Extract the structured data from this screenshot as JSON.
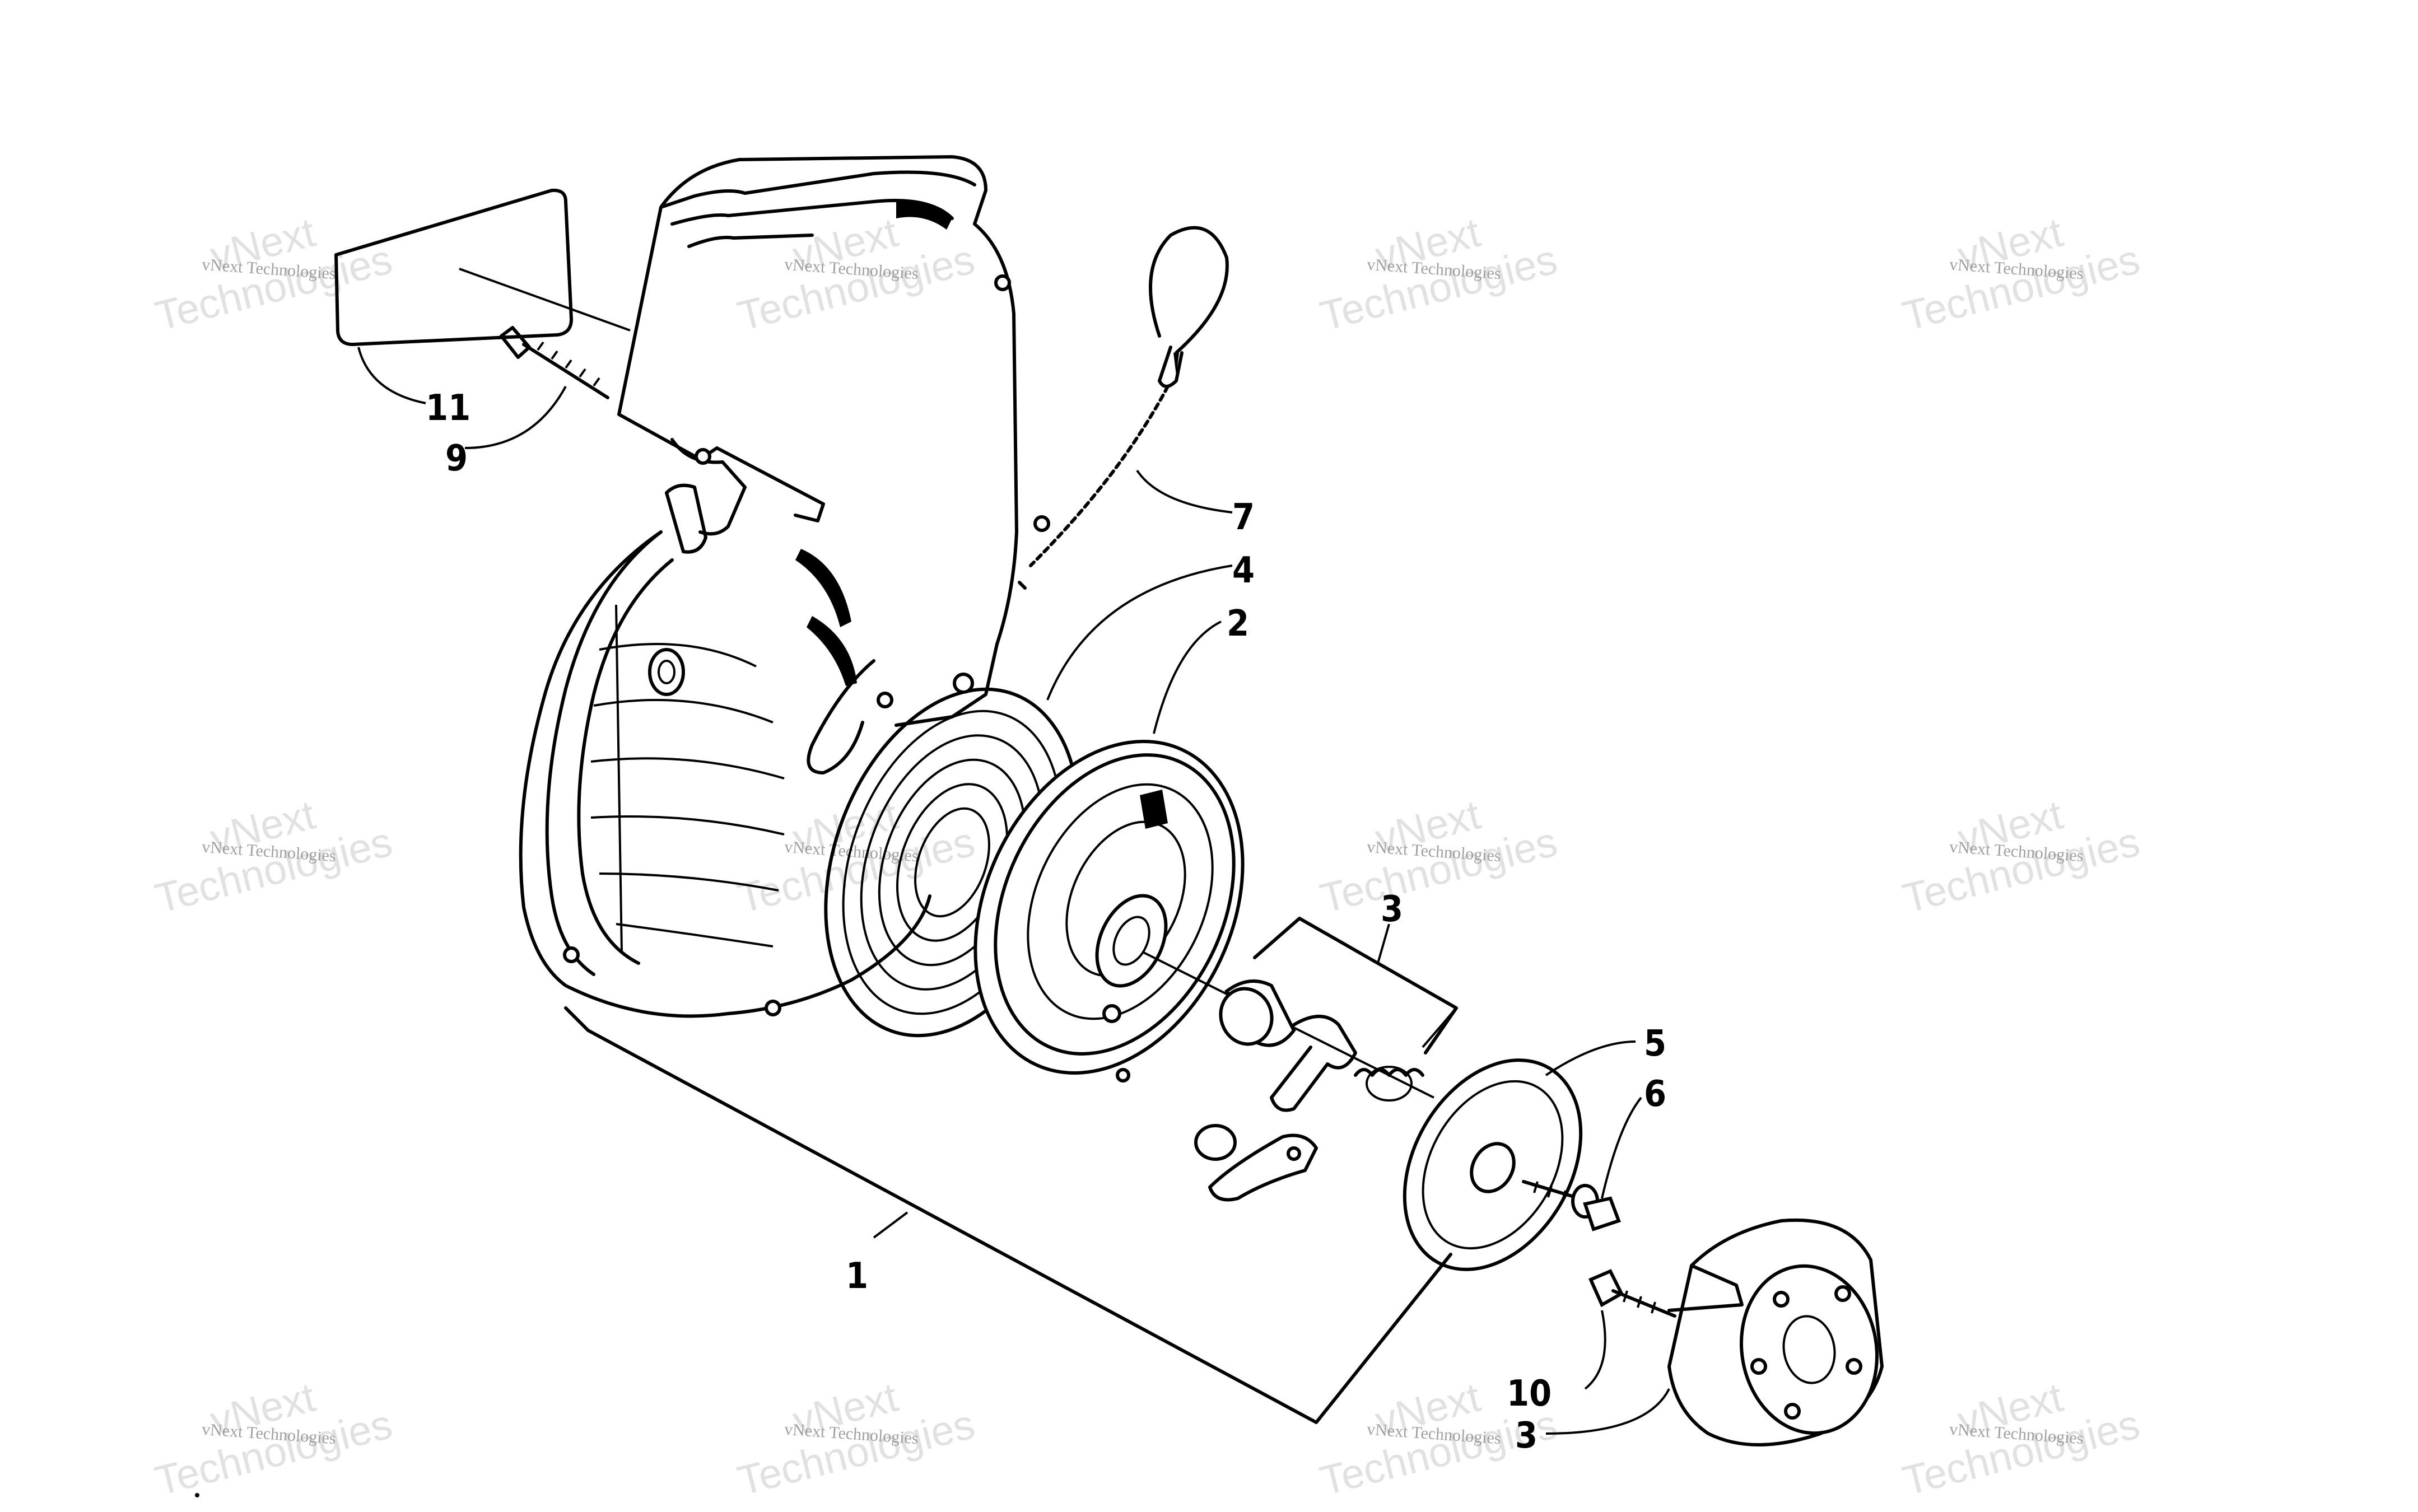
{
  "watermark": {
    "brand": "vNext",
    "word": "Technologies",
    "line": "vNext Technologies"
  },
  "callouts": [
    {
      "id": "c1",
      "label": "1"
    },
    {
      "id": "c2",
      "label": "2"
    },
    {
      "id": "c3a",
      "label": "3"
    },
    {
      "id": "c3b",
      "label": "3"
    },
    {
      "id": "c4",
      "label": "4"
    },
    {
      "id": "c5",
      "label": "5"
    },
    {
      "id": "c6",
      "label": "6"
    },
    {
      "id": "c7",
      "label": "7"
    },
    {
      "id": "c9",
      "label": "9"
    },
    {
      "id": "c10",
      "label": "10"
    },
    {
      "id": "c11",
      "label": "11"
    }
  ]
}
